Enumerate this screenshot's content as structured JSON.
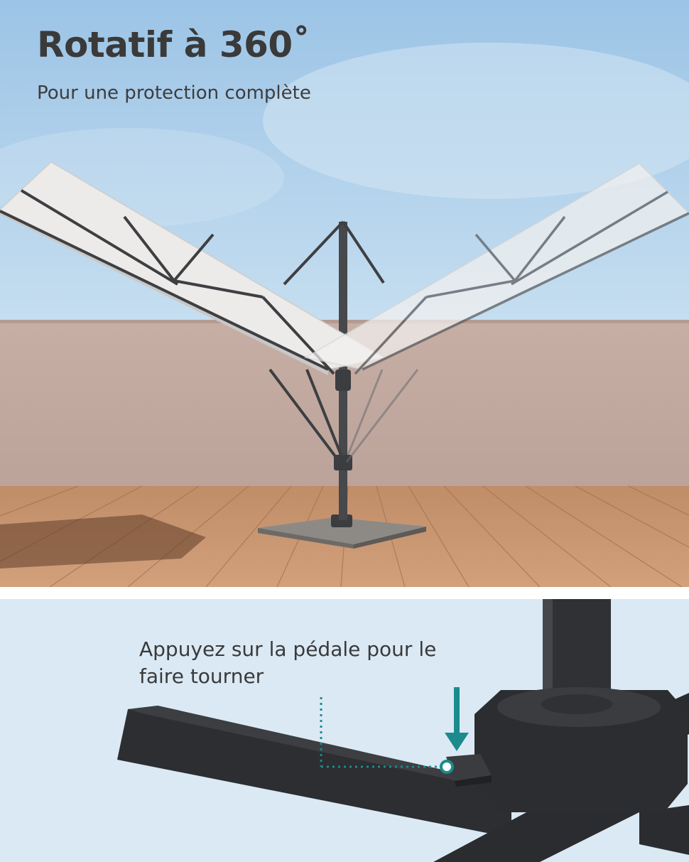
{
  "top_panel": {
    "title": "Rotatif à 360˚",
    "subtitle": "Pour une protection complète"
  },
  "bottom_panel": {
    "caption": "Appuyez sur la pédale pour le faire tourner"
  },
  "colors": {
    "sky": "#a9cdea",
    "wall": "#c4aaa1",
    "deck": "#c99670",
    "canopy": "#e9e8e6",
    "frame": "#3b3d40",
    "accent": "#1b8b8d",
    "bottom_bg": "#dbe9f4"
  },
  "icons": [
    "arrow-down-icon",
    "pedal-marker-icon"
  ]
}
